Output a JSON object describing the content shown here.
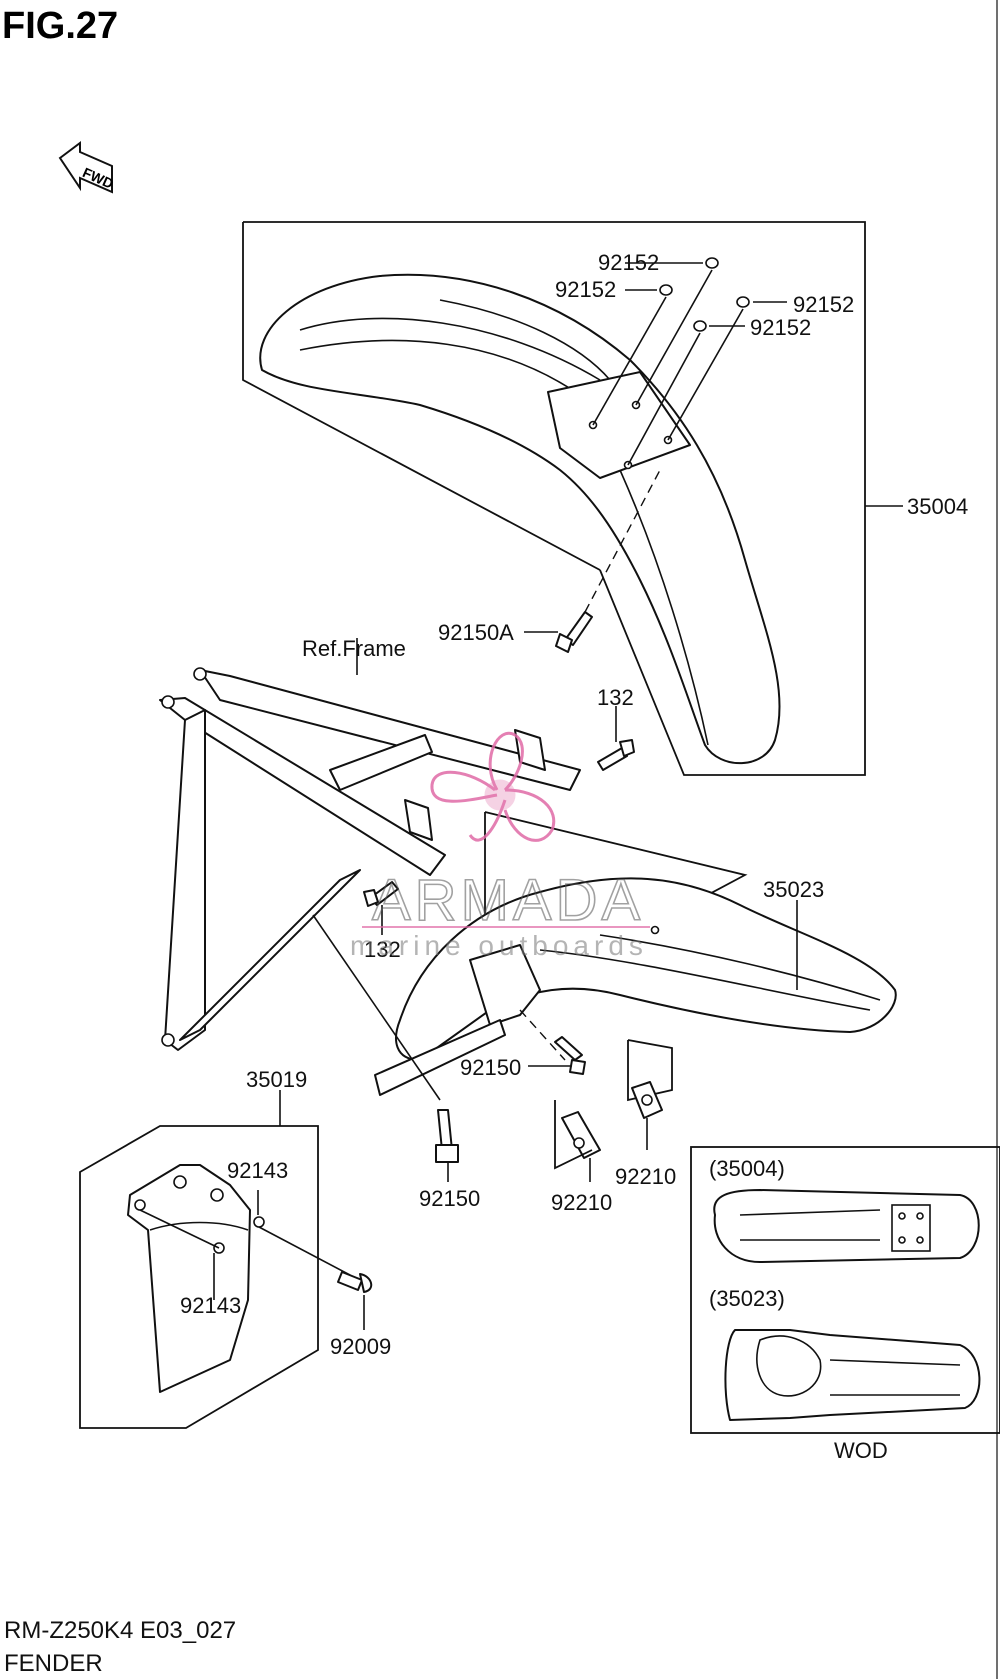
{
  "figure_title": "FIG.27",
  "fwd_arrow_label": "FWD",
  "watermark": {
    "brand": "ARMADA",
    "tagline": "marine outboards",
    "color": "#e06aa6"
  },
  "labels": {
    "p92152_a": "92152",
    "p92152_b": "92152",
    "p92152_c": "92152",
    "p92152_d": "92152",
    "p35004": "35004",
    "p92150A": "92150A",
    "ref_frame": "Ref.Frame",
    "p132_a": "132",
    "p132_b": "132",
    "p35023": "35023",
    "p92150_a": "92150",
    "p92150_b": "92150",
    "p92210_a": "92210",
    "p92210_b": "92210",
    "p35019": "35019",
    "p92143_a": "92143",
    "p92143_b": "92143",
    "p92009": "92009"
  },
  "inset": {
    "label_35004": "(35004)",
    "label_35023": "(35023)",
    "caption": "WOD"
  },
  "footer": {
    "code": "RM-Z250K4 E03_027",
    "name": "FENDER"
  }
}
